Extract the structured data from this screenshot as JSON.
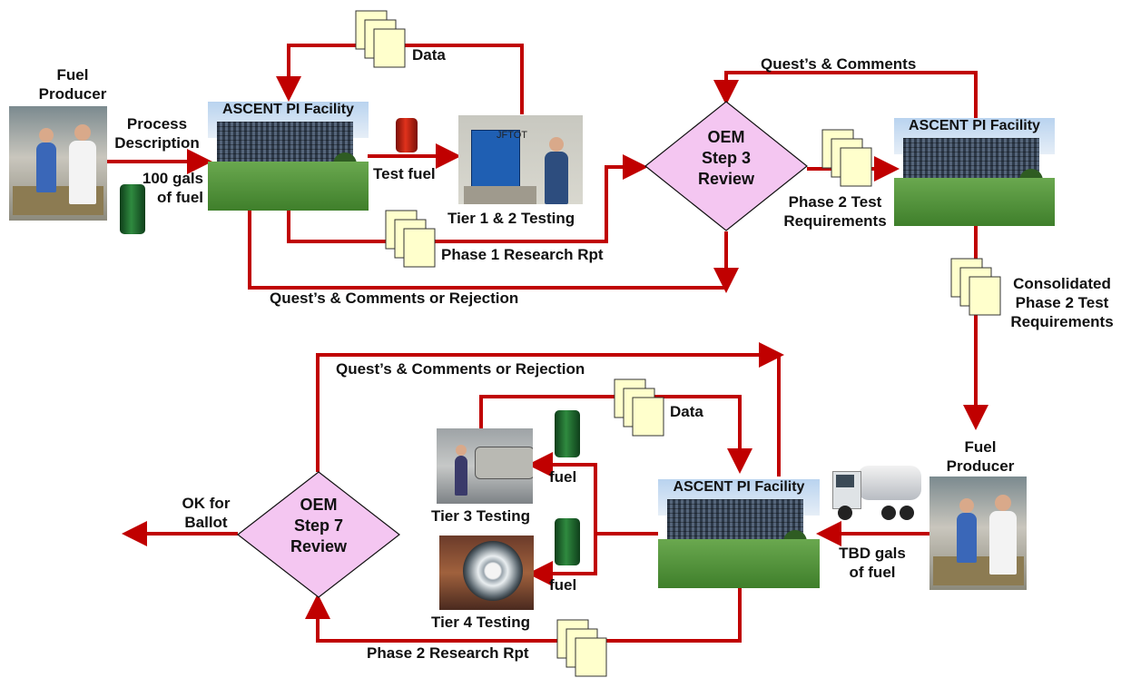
{
  "fuel_producer_top": {
    "line1": "Fuel",
    "line2": "Producer"
  },
  "fuel_producer_bottom": {
    "line1": "Fuel",
    "line2": "Producer"
  },
  "facilities": {
    "top_left": "ASCENT PI Facility",
    "top_right": "ASCENT PI Facility",
    "bottom": "ASCENT PI Facility"
  },
  "labels": {
    "process_description": [
      "Process",
      "Description"
    ],
    "gals_fuel": [
      "100 gals",
      "of fuel"
    ],
    "data_top": "Data",
    "test_fuel": "Test fuel",
    "jftot": "JFTOT",
    "tier12": "Tier 1 & 2 Testing",
    "phase1_report": "Phase 1 Research Rpt",
    "quest_comments_top": "Quest’s & Comments",
    "quest_comments_rejection_top": "Quest’s & Comments or Rejection",
    "phase2_test_req": [
      "Phase 2 Test",
      "Requirements"
    ],
    "consolidated": [
      "Consolidated",
      "Phase 2 Test",
      "Requirements"
    ],
    "quest_comments_rejection_bottom": "Quest’s & Comments or Rejection",
    "data_bottom": "Data",
    "fuel_1": "fuel",
    "fuel_2": "fuel",
    "tier3": "Tier 3 Testing",
    "tier4": "Tier 4 Testing",
    "tbd_gals": [
      "TBD gals",
      "of fuel"
    ],
    "ok_ballot": [
      "OK for",
      "Ballot"
    ],
    "phase2_report": "Phase 2 Research Rpt"
  },
  "oem_step3": [
    "OEM",
    "Step 3",
    "Review"
  ],
  "oem_step7": [
    "OEM",
    "Step 7",
    "Review"
  ],
  "colors": {
    "arrow": "#c00000",
    "diamond_fill": "#f4c6f1",
    "diamond_stroke": "#111111",
    "doc_fill": "#ffffcc"
  }
}
